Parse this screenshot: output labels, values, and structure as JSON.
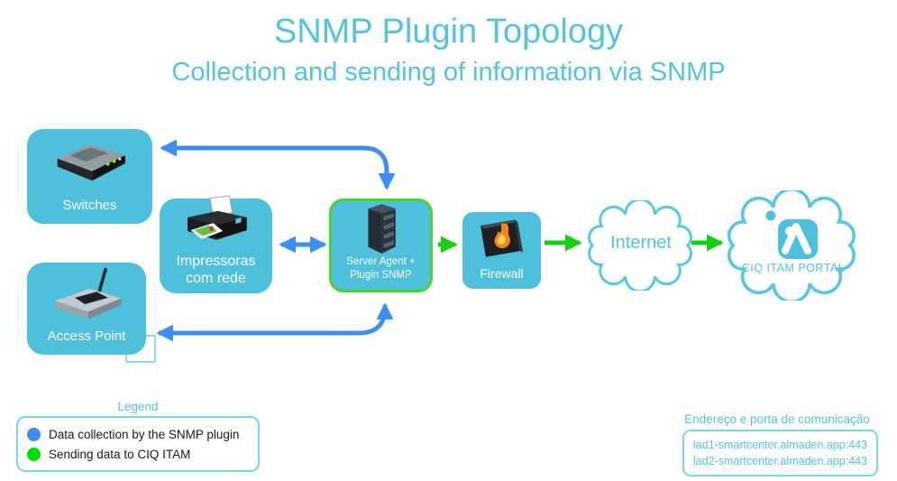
{
  "header": {
    "title": "SNMP Plugin Topology",
    "subtitle": "Collection and sending of information via SNMP"
  },
  "nodes": {
    "switches": {
      "label": "Switches",
      "icon": "network-switch-icon"
    },
    "printers": {
      "line1": "Impressoras",
      "line2": "com rede",
      "icon": "network-printer-icon"
    },
    "access_point": {
      "label": "Access Point",
      "icon": "access-point-icon"
    },
    "server": {
      "line1": "Server Agent +",
      "line2": "Plugin SNMP",
      "icon": "server-tower-icon"
    },
    "firewall": {
      "label": "Firewall",
      "icon": "firewall-flame-icon"
    },
    "internet": {
      "label": "Internet",
      "icon": "cloud-shape"
    },
    "ciq_portal": {
      "label": "CIQ ITAM PORTAL",
      "icon": "almaden-logo-icon"
    }
  },
  "connections": [
    {
      "from": "Switches",
      "to": "Server Agent + Plugin SNMP",
      "type": "data-collection",
      "bidirectional": true
    },
    {
      "from": "Impressoras com rede",
      "to": "Server Agent + Plugin SNMP",
      "type": "data-collection",
      "bidirectional": true
    },
    {
      "from": "Access Point",
      "to": "Server Agent + Plugin SNMP",
      "type": "data-collection",
      "bidirectional": true
    },
    {
      "from": "Server Agent + Plugin SNMP",
      "to": "Firewall",
      "type": "sending-data",
      "bidirectional": false
    },
    {
      "from": "Firewall",
      "to": "Internet",
      "type": "sending-data",
      "bidirectional": false
    },
    {
      "from": "Internet",
      "to": "CIQ ITAM PORTAL",
      "type": "sending-data",
      "bidirectional": false
    }
  ],
  "legend": {
    "title": "Legend",
    "items": [
      {
        "color": "#3E8EF2",
        "label": "Data collection by the SNMP plugin"
      },
      {
        "color": "#00DC00",
        "label": "Sending data to CIQ ITAM"
      }
    ]
  },
  "endpoints": {
    "title": "Endereço e porta de comunicação",
    "addresses": [
      "lad1-smartcenter.almaden.app:443",
      "lad2-smartcenter.almaden.app:443"
    ]
  },
  "colors": {
    "accent_text": "#53C3DF",
    "node_fill": "#4EC0DB",
    "node_text": "#FFFFFF",
    "server_border": "#44D62C",
    "arrow_blue": "#3E8EF2",
    "arrow_green": "#16CE16",
    "cloud_outline": "#5BC6DF",
    "legend_text": "#1A1A1A"
  }
}
